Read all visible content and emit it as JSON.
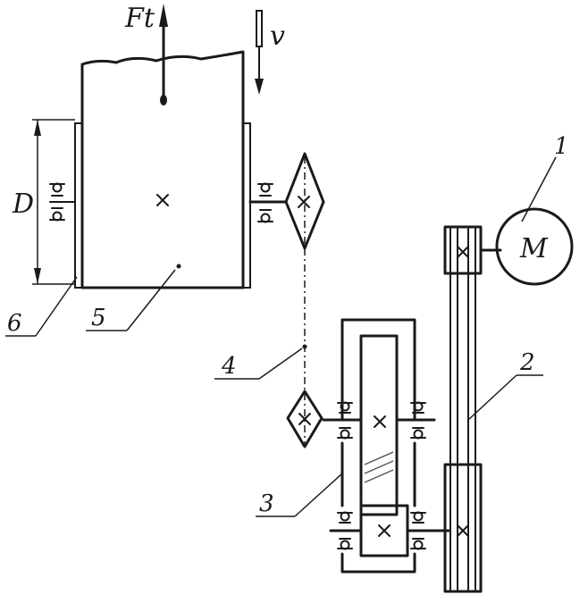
{
  "labels": {
    "force": "Ft",
    "velocity": "v",
    "diameter": "D",
    "motor": "M",
    "part1": "1",
    "part2": "2",
    "part3": "3",
    "part4": "4",
    "part5": "5",
    "part6": "6"
  },
  "colors": {
    "ink": "#1a1a1a",
    "background": "#ffffff"
  }
}
